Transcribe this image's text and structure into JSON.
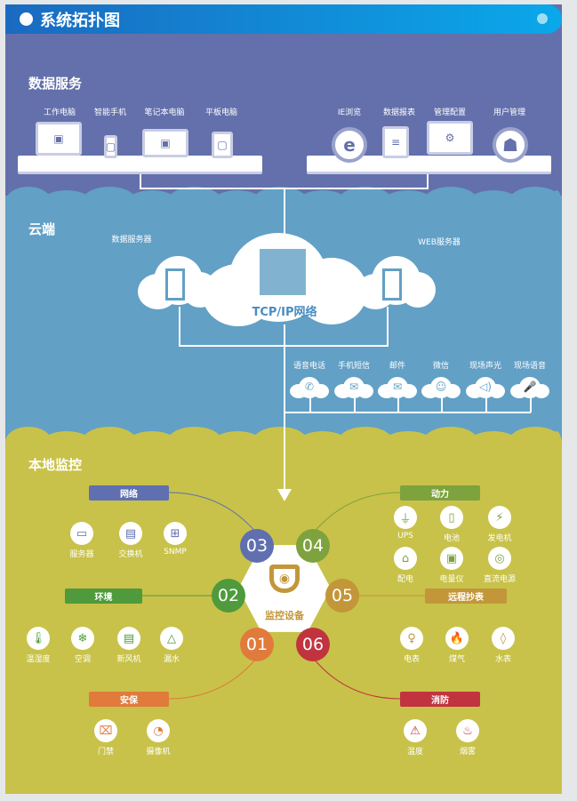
{
  "header": {
    "title": "系统拓扑图"
  },
  "data_service": {
    "title": "数据服务",
    "left_devices": [
      {
        "label": "工作电脑",
        "icon": "desktop-icon"
      },
      {
        "label": "智能手机",
        "icon": "phone-icon"
      },
      {
        "label": "笔记本电脑",
        "icon": "laptop-icon"
      },
      {
        "label": "平板电脑",
        "icon": "tablet-icon"
      }
    ],
    "right_devices": [
      {
        "label": "IE浏览",
        "icon": "ie-browser-icon"
      },
      {
        "label": "数据报表",
        "icon": "report-icon"
      },
      {
        "label": "管理配置",
        "icon": "gear-monitor-icon"
      },
      {
        "label": "用户管理",
        "icon": "user-lock-icon"
      }
    ]
  },
  "cloud": {
    "title": "云端",
    "center_label": "TCP/IP网络",
    "left_server": "数据服务器",
    "right_server": "WEB服务器",
    "notifications": [
      {
        "label": "语音电话",
        "icon": "phone-call-icon"
      },
      {
        "label": "手机短信",
        "icon": "sms-icon"
      },
      {
        "label": "邮件",
        "icon": "mail-icon"
      },
      {
        "label": "微信",
        "icon": "wechat-icon"
      },
      {
        "label": "现场声光",
        "icon": "speaker-icon"
      },
      {
        "label": "现场语音",
        "icon": "microphone-icon"
      }
    ]
  },
  "local": {
    "title": "本地监控",
    "center_label": "监控设备",
    "groups": [
      {
        "num": "01",
        "label": "安保",
        "color": "#e07b3c",
        "items": [
          {
            "label": "门禁",
            "icon": "door-icon"
          },
          {
            "label": "摄像机",
            "icon": "camera-icon"
          }
        ]
      },
      {
        "num": "02",
        "label": "环境",
        "color": "#4e9a3c",
        "items": [
          {
            "label": "温湿度",
            "icon": "thermometer-icon"
          },
          {
            "label": "空调",
            "icon": "air-conditioner-icon"
          },
          {
            "label": "新风机",
            "icon": "ventilator-icon"
          },
          {
            "label": "漏水",
            "icon": "water-leak-icon"
          }
        ]
      },
      {
        "num": "03",
        "label": "网络",
        "color": "#5f6fb0",
        "items": [
          {
            "label": "服务器",
            "icon": "server-icon"
          },
          {
            "label": "交换机",
            "icon": "switch-icon"
          },
          {
            "label": "SNMP",
            "icon": "snmp-icon"
          }
        ]
      },
      {
        "num": "04",
        "label": "动力",
        "color": "#7ea23e",
        "items": [
          {
            "label": "UPS",
            "icon": "plug-icon"
          },
          {
            "label": "电池",
            "icon": "battery-icon"
          },
          {
            "label": "发电机",
            "icon": "generator-icon"
          },
          {
            "label": "配电",
            "icon": "power-house-icon"
          },
          {
            "label": "电量仪",
            "icon": "meter-icon"
          },
          {
            "label": "直流电源",
            "icon": "dc-power-icon"
          }
        ]
      },
      {
        "num": "05",
        "label": "远程抄表",
        "color": "#c3963a",
        "items": [
          {
            "label": "电表",
            "icon": "bulb-icon"
          },
          {
            "label": "煤气",
            "icon": "flame-icon"
          },
          {
            "label": "水表",
            "icon": "drop-icon"
          }
        ]
      },
      {
        "num": "06",
        "label": "消防",
        "color": "#c1343f",
        "items": [
          {
            "label": "温度",
            "icon": "alarm-icon"
          },
          {
            "label": "烟雾",
            "icon": "smoke-icon"
          }
        ]
      }
    ]
  }
}
